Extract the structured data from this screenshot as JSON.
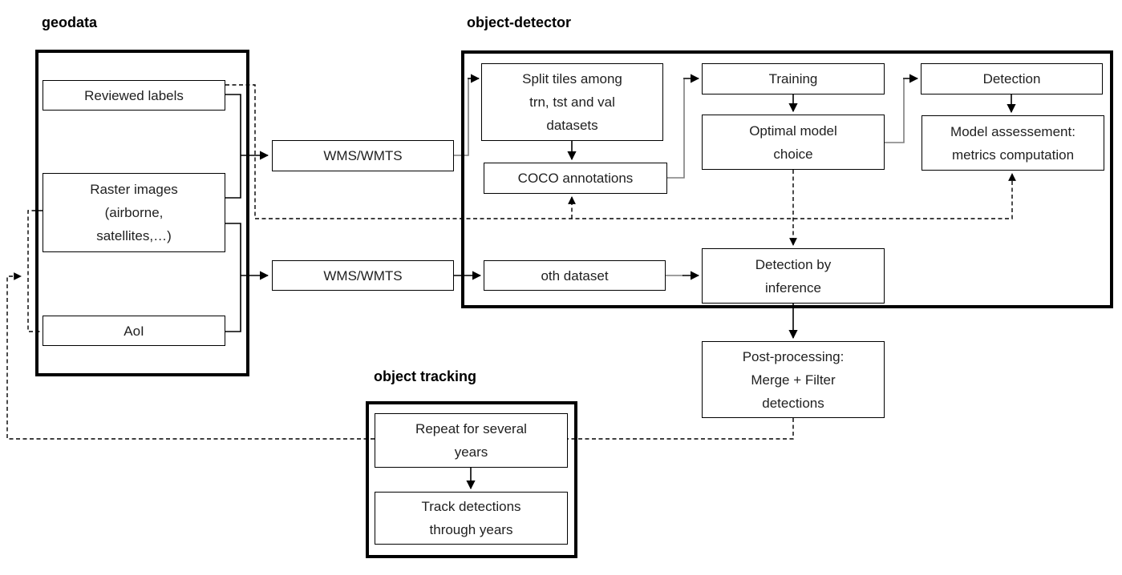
{
  "titles": {
    "geodata": "geodata",
    "object_detector": "object-detector",
    "object_tracking": "object tracking"
  },
  "nodes": {
    "reviewed_labels": {
      "label": "Reviewed labels"
    },
    "raster_images": {
      "label": "Raster images\n(airborne,\nsatellites,…)"
    },
    "aoi": {
      "label": "AoI"
    },
    "wms_top": {
      "label": "WMS/WMTS"
    },
    "wms_bottom": {
      "label": "WMS/WMTS"
    },
    "split_tiles": {
      "label": "Split tiles among\ntrn, tst and val\ndatasets"
    },
    "coco_annotations": {
      "label": "COCO annotations"
    },
    "training": {
      "label": "Training"
    },
    "optimal_model": {
      "label": "Optimal model\nchoice"
    },
    "detection": {
      "label": "Detection"
    },
    "model_assessment": {
      "label": "Model assessement:\nmetrics computation"
    },
    "oth_dataset": {
      "label": "oth dataset"
    },
    "detection_inference": {
      "label": "Detection by\ninference"
    },
    "post_processing": {
      "label": "Post-processing:\nMerge + Filter\ndetections"
    },
    "repeat_years": {
      "label": "Repeat for several\nyears"
    },
    "track_detections": {
      "label": "Track detections\nthrough years"
    }
  },
  "colors": {
    "background": "#ffffff",
    "box_border": "#000000",
    "container_border": "#000000",
    "text": "#1f1f1f",
    "connector": "#000000",
    "connector_gray": "#7f7f7f"
  }
}
